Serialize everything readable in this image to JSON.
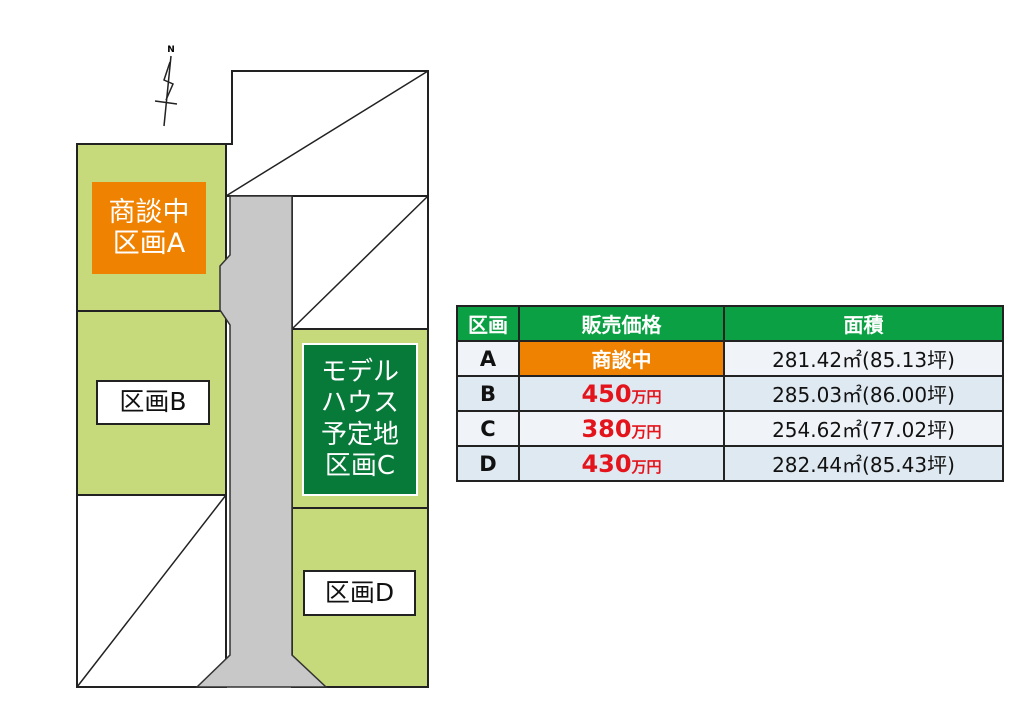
{
  "compass": {
    "label": "N"
  },
  "colors": {
    "lot_fill": "#c6da7b",
    "road_fill": "#c8c8c8",
    "negotiating": "#ef8200",
    "model_house": "#077a3a",
    "table_header": "#0aa043",
    "row_even": "#dfe9f1",
    "row_odd": "#f0f4f8",
    "price_red": "#e4141c"
  },
  "map_labels": {
    "lot_a": "商談中\n区画A",
    "lot_b": "区画B",
    "lot_c": "モデル\nハウス\n予定地\n区画C",
    "lot_d": "区画D"
  },
  "table": {
    "headers": [
      "区画",
      "販売価格",
      "面積"
    ],
    "rows": [
      {
        "lot": "A",
        "price_status": "商談中",
        "price": "",
        "unit": "",
        "area": "281.42㎡(85.13坪)"
      },
      {
        "lot": "B",
        "price_status": "",
        "price": "450",
        "unit": "万円",
        "area": "285.03㎡(86.00坪)"
      },
      {
        "lot": "C",
        "price_status": "",
        "price": "380",
        "unit": "万円",
        "area": "254.62㎡(77.02坪)"
      },
      {
        "lot": "D",
        "price_status": "",
        "price": "430",
        "unit": "万円",
        "area": "282.44㎡(85.43坪)"
      }
    ]
  }
}
